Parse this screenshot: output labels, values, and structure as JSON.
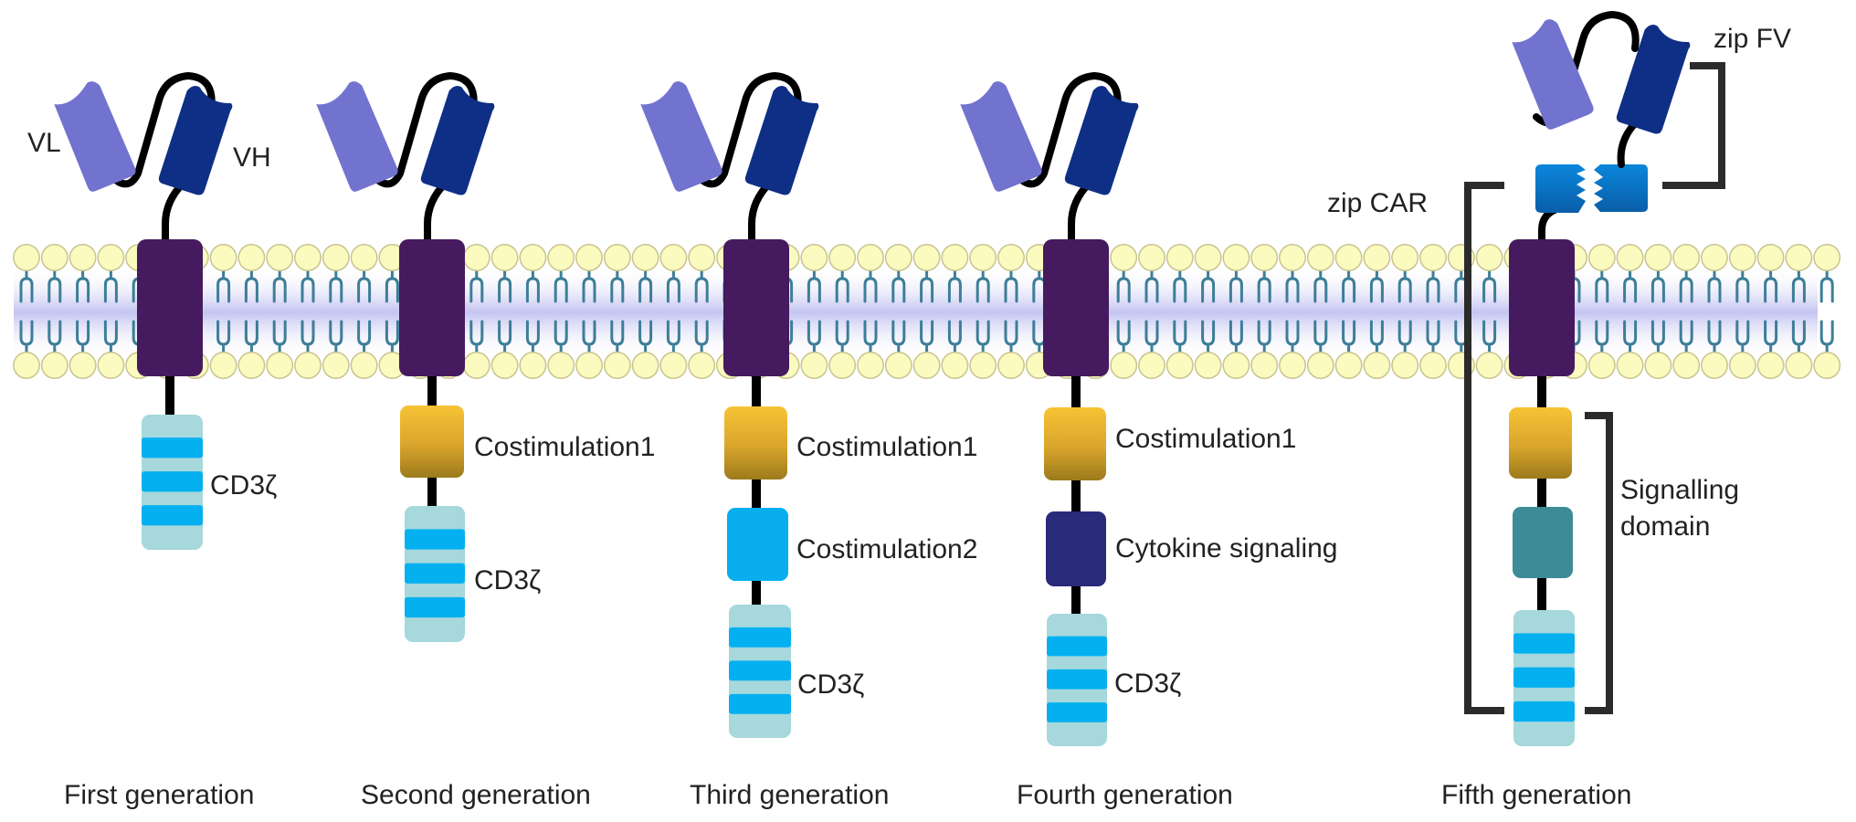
{
  "figure": {
    "scfv_labels": {
      "vl": "VL",
      "vh": "VH"
    },
    "zip_labels": {
      "zip_fv": "zip FV",
      "zip_car": "zip CAR"
    },
    "signalling_label": [
      "Signalling",
      "domain"
    ],
    "colors": {
      "vl": "#7273cf",
      "vh": "#0f2f86",
      "transmembrane": "#461a5e",
      "costimulation1_top": "#f7c335",
      "costimulation1_bottom": "#a4801d",
      "costimulation2": "#08aeee",
      "cytokine": "#292a7a",
      "fifth_domain": "#3d8b96",
      "cd3z_light": "#a6d8dc",
      "cd3z_dark": "#05b0f0",
      "zip": "#0a74c8",
      "lipid_head": "#fbfabf",
      "lipid_head_stroke": "#c9c48f",
      "lipid_tail": "#3d7e98",
      "membrane_glow": "#c7c7f3",
      "bracket": "#2b2b2b",
      "linker": "#000000"
    },
    "generations": [
      {
        "name": "First generation",
        "domains": [
          {
            "type": "cd3z",
            "label": "CD3ζ"
          }
        ]
      },
      {
        "name": "Second generation",
        "domains": [
          {
            "type": "costim1",
            "label": "Costimulation1"
          },
          {
            "type": "cd3z",
            "label": "CD3ζ"
          }
        ]
      },
      {
        "name": "Third generation",
        "domains": [
          {
            "type": "costim1",
            "label": "Costimulation1"
          },
          {
            "type": "costim2",
            "label": "Costimulation2"
          },
          {
            "type": "cd3z",
            "label": "CD3ζ"
          }
        ]
      },
      {
        "name": "Fourth generation",
        "domains": [
          {
            "type": "costim1",
            "label": "Costimulation1"
          },
          {
            "type": "cytokine",
            "label": "Cytokine signaling"
          },
          {
            "type": "cd3z",
            "label": "CD3ζ"
          }
        ]
      },
      {
        "name": "Fifth generation",
        "domains": [
          {
            "type": "costim1",
            "label": ""
          },
          {
            "type": "fifth",
            "label": ""
          },
          {
            "type": "cd3z",
            "label": ""
          }
        ]
      }
    ]
  }
}
